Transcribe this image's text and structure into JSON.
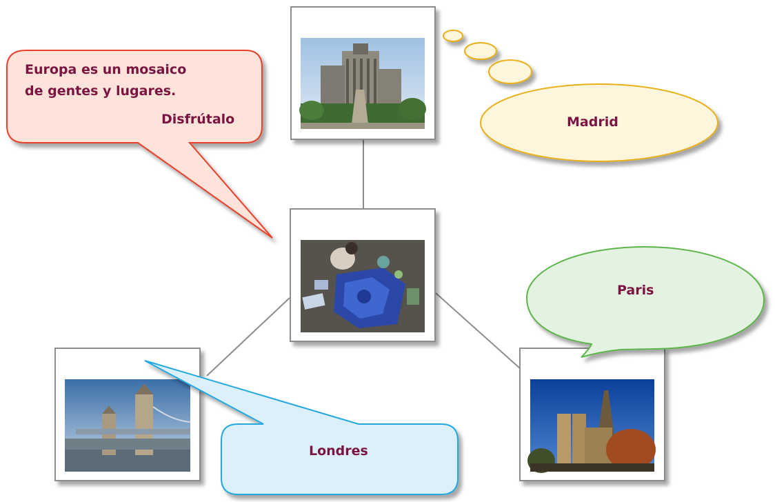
{
  "speech": {
    "line1": "Europa es un mosaico",
    "line2": "de gentes y lugares.",
    "signoff": "Disfrútalo"
  },
  "cities": {
    "madrid": "Madrid",
    "paris": "Paris",
    "londres": "Londres"
  },
  "colors": {
    "label_text": "#7a1340",
    "speech_fill": "#fde3d9",
    "speech_border": "#e8402a",
    "madrid_fill": "#fdf6dd",
    "madrid_border": "#e8b015",
    "paris_fill": "#e4f3e1",
    "paris_border": "#5cb548",
    "londres_fill": "#dcf0fb",
    "londres_border": "#21a8e0",
    "frame_border": "#8c8c8c",
    "connector": "#8c8c8c"
  },
  "photos": {
    "madrid": "madrid-plaza-photo",
    "center": "street-painter-europe-map-photo",
    "londres": "tower-bridge-photo",
    "paris": "notre-dame-photo"
  }
}
